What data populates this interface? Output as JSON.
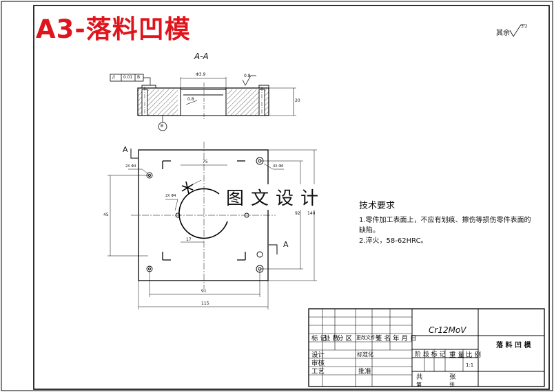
{
  "drawing": {
    "title": "A3-落料凹模",
    "section_label": "A-A",
    "other_roughness": "其余",
    "other_roughness_value": "3.2",
    "watermark": "图文设计",
    "datum_letter": "B",
    "tolerance_frame": [
      "//",
      "0.01",
      "B"
    ],
    "section_marks": [
      "A",
      "A"
    ],
    "dims_section": [
      "Φ3.9",
      "0.8",
      "0.8",
      "20"
    ],
    "dims_plan": [
      "2X Φ4",
      "4X Φ6",
      "2X Φ4",
      "75",
      "45",
      "17",
      "91",
      "115",
      "92",
      "140"
    ]
  },
  "requirements": {
    "heading": "技术要求",
    "line1": "1.零件加工表面上，不应有划痕、擦伤等损伤零件表面的",
    "line2": "缺陷。",
    "line3": "2.淬火，58-62HRC。"
  },
  "title_block": {
    "material": "Cr12MoV",
    "part_name": "落 料 凹 模",
    "headers": [
      "标 记",
      "处 数",
      "分 区",
      "更改文件号",
      "签 名",
      "年 月 日"
    ],
    "roles": [
      "设计",
      "审核",
      "工艺"
    ],
    "role_extra": [
      "标准化",
      "批准"
    ],
    "stage": [
      "阶 段 标 记",
      "重 量",
      "比 例"
    ],
    "scale": "1:1",
    "sheets": [
      "共",
      "张",
      "第",
      "张"
    ]
  }
}
